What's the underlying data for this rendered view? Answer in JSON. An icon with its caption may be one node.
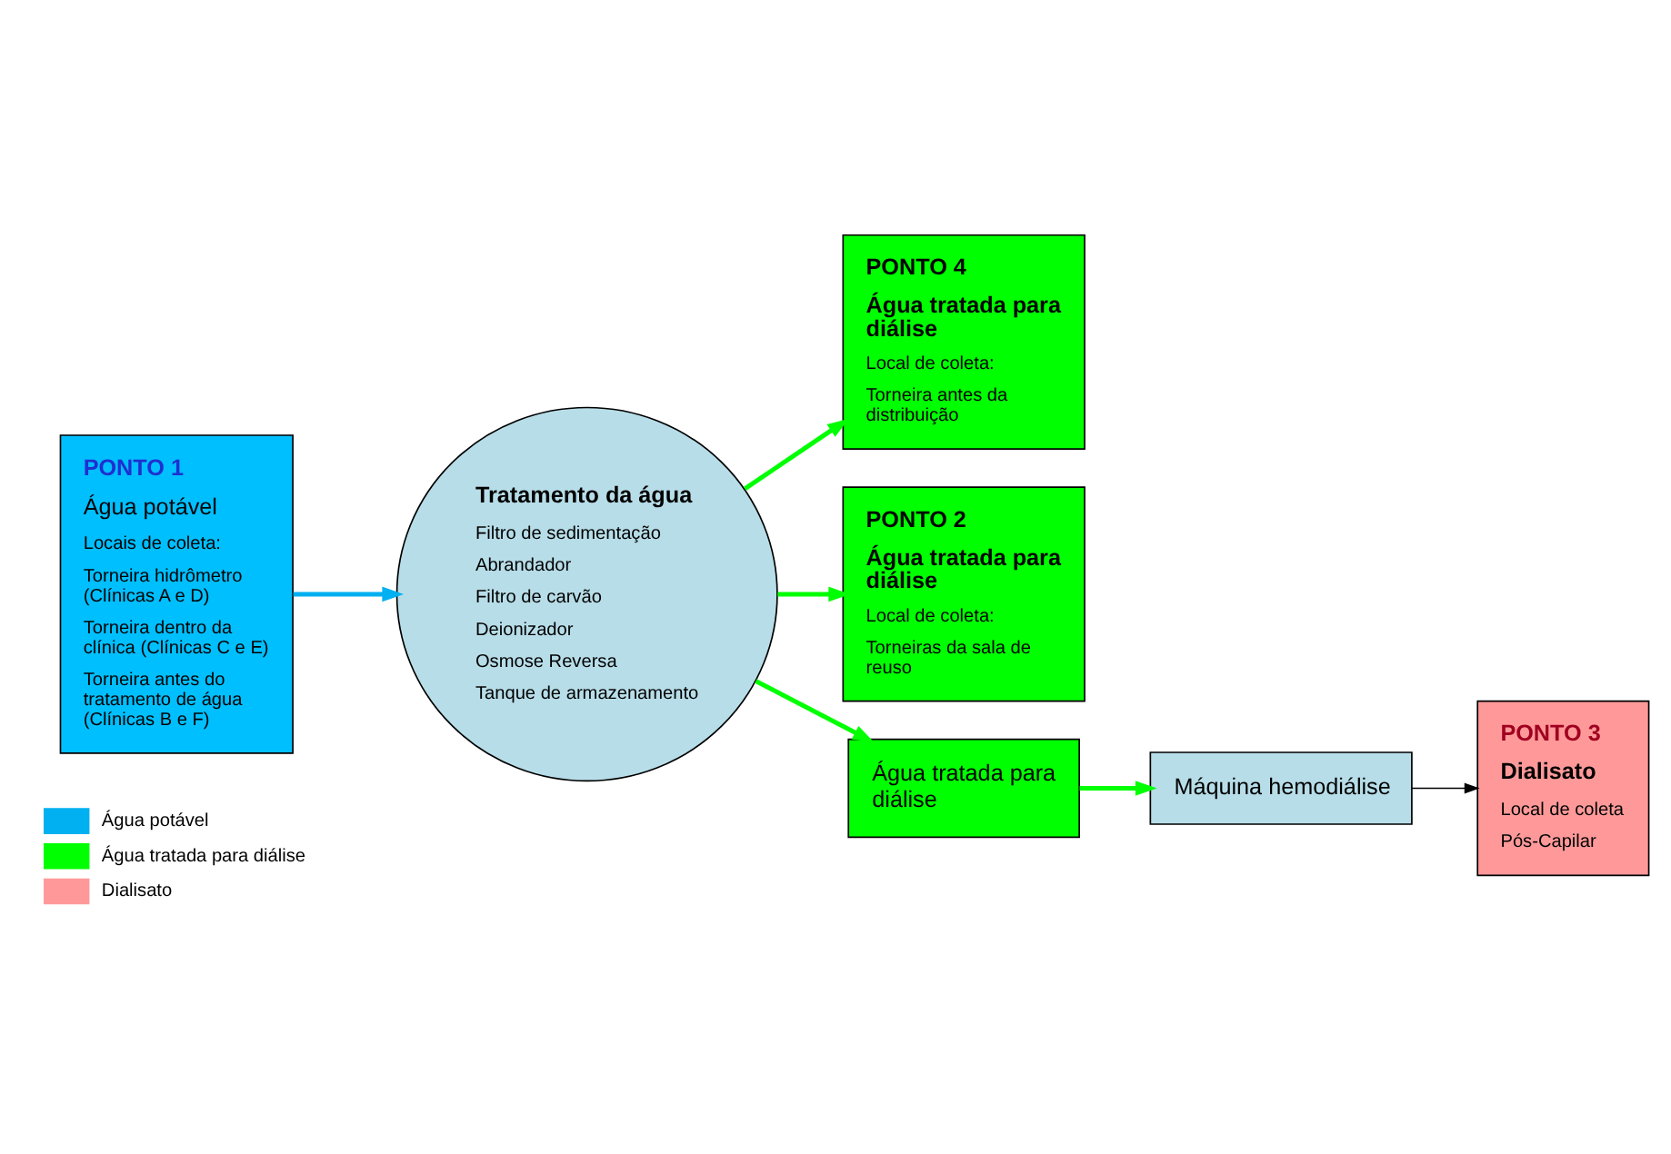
{
  "diagram": {
    "nodes": [
      {
        "text": [
          "PONTO 1",
          "Água potável",
          "Locais de coleta:",
          "Torneira hidrômetro (Clínicas A e D)",
          "Torneira dentro da clínica (Clínicas C e E)",
          "Torneira antes do tratamento de água (Clínicas B e F)"
        ]
      },
      {
        "text": [
          "Tratamento da água",
          "Filtro de sedimentação",
          "Abrandador",
          "Filtro de carvão",
          "Deionizador",
          "Osmose Reversa",
          "Tanque de armazenamento"
        ]
      },
      {
        "text": [
          "PONTO 4",
          "Água tratada para diálise",
          "Local de coleta:",
          "Torneira antes da distribuição"
        ]
      },
      {
        "text": [
          "PONTO 2",
          "Água tratada para diálise",
          "Local de coleta:",
          "Torneiras da sala de reuso"
        ]
      },
      {
        "text": [
          "Água tratada para diálise"
        ]
      },
      {
        "text": [
          "Máquina hemodiálise"
        ]
      },
      {
        "text": [
          "PONTO 3",
          "Dialisato",
          "Local de coleta",
          "Pós-Capilar"
        ]
      }
    ],
    "edges": [
      {
        "from": 0,
        "to": 1,
        "arrow": "to",
        "color": "#00b0f0"
      },
      {
        "from": 1,
        "to": 2,
        "arrow": "to"
      },
      {
        "from": 1,
        "to": 3,
        "arrow": "to"
      },
      {
        "from": 1,
        "to": 4,
        "arrow": "to"
      },
      {
        "from": 4,
        "to": 5,
        "arrow": "to"
      },
      {
        "from": 5,
        "to": 6,
        "arrow": "to",
        "color": "#000000"
      }
    ],
    "legend": [
      {
        "text": "Água potável",
        "color": "#00b0f0"
      },
      {
        "text": "Água tratada para diálise",
        "color": "#00ff00"
      },
      {
        "text": "Dialisato",
        "color": "#ff9999"
      }
    ]
  }
}
